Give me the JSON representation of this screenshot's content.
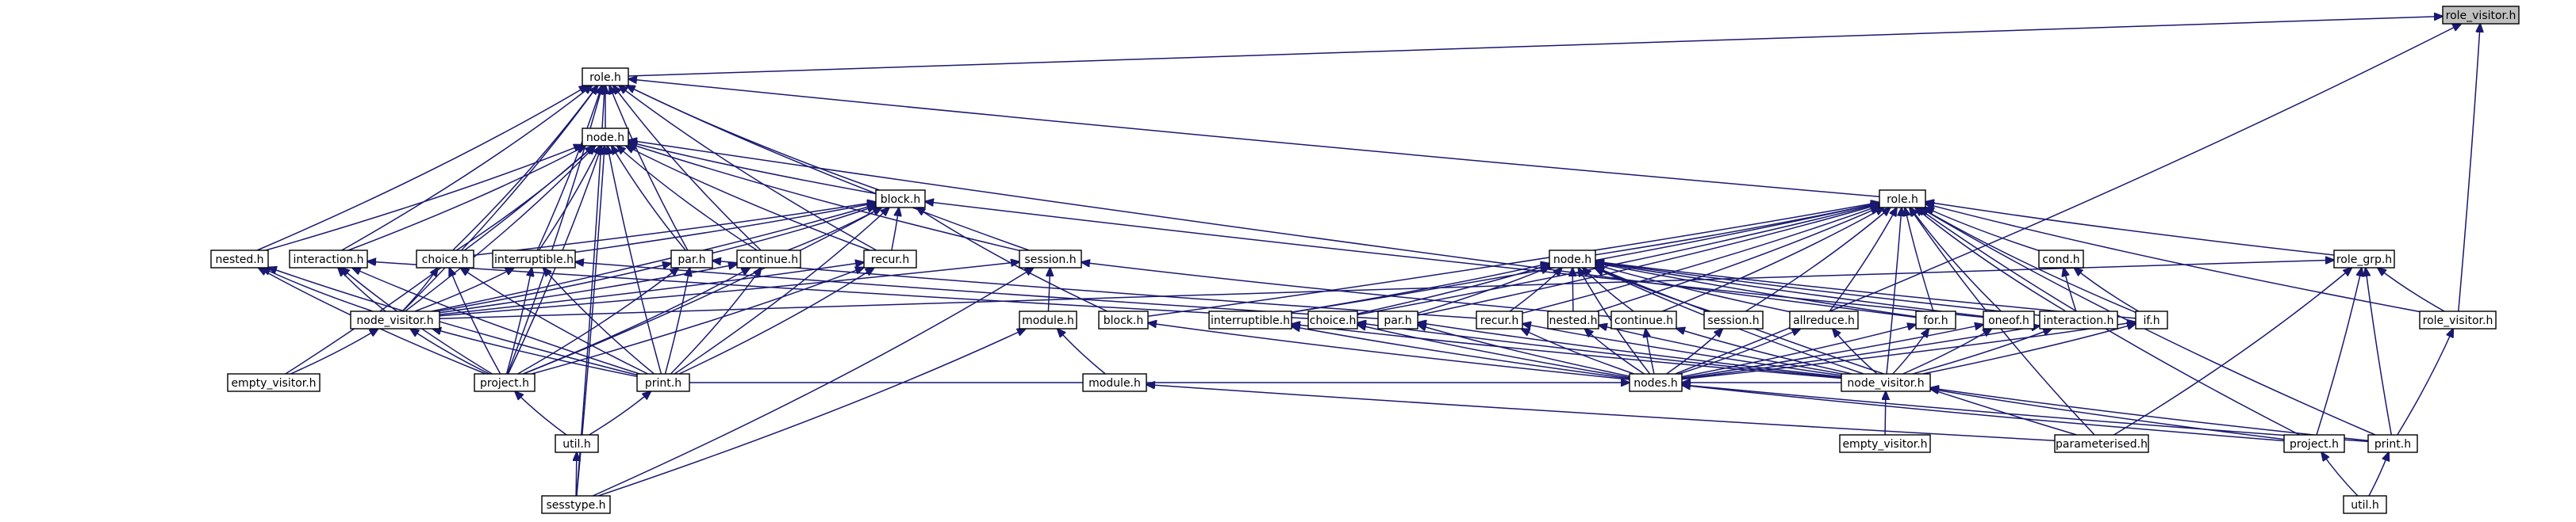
{
  "nodes": [
    {
      "id": "role_visitor_top",
      "label": "role_visitor.h",
      "root": true
    },
    {
      "id": "role1",
      "label": "role.h"
    },
    {
      "id": "node1",
      "label": "node.h"
    },
    {
      "id": "block1",
      "label": "block.h"
    },
    {
      "id": "nested1",
      "label": "nested.h"
    },
    {
      "id": "interaction1",
      "label": "interaction.h"
    },
    {
      "id": "choice1",
      "label": "choice.h"
    },
    {
      "id": "interruptible1",
      "label": "interruptible.h"
    },
    {
      "id": "par1",
      "label": "par.h"
    },
    {
      "id": "continue1",
      "label": "continue.h"
    },
    {
      "id": "recur1",
      "label": "recur.h"
    },
    {
      "id": "session1",
      "label": "session.h"
    },
    {
      "id": "node_visitor1",
      "label": "node_visitor.h"
    },
    {
      "id": "empty_visitor1",
      "label": "empty_visitor.h"
    },
    {
      "id": "project1",
      "label": "project.h"
    },
    {
      "id": "print1",
      "label": "print.h"
    },
    {
      "id": "util1",
      "label": "util.h"
    },
    {
      "id": "sesstype",
      "label": "sesstype.h"
    },
    {
      "id": "module1",
      "label": "module.h"
    },
    {
      "id": "module2",
      "label": "module.h"
    },
    {
      "id": "block2",
      "label": "block.h"
    },
    {
      "id": "role2",
      "label": "role.h"
    },
    {
      "id": "node2",
      "label": "node.h"
    },
    {
      "id": "interruptible2",
      "label": "interruptible.h"
    },
    {
      "id": "choice2",
      "label": "choice.h"
    },
    {
      "id": "par2",
      "label": "par.h"
    },
    {
      "id": "recur2",
      "label": "recur.h"
    },
    {
      "id": "nested2",
      "label": "nested.h"
    },
    {
      "id": "continue2",
      "label": "continue.h"
    },
    {
      "id": "session2",
      "label": "session.h"
    },
    {
      "id": "allreduce",
      "label": "allreduce.h"
    },
    {
      "id": "for",
      "label": "for.h"
    },
    {
      "id": "oneof",
      "label": "oneof.h"
    },
    {
      "id": "cond",
      "label": "cond.h"
    },
    {
      "id": "interaction2",
      "label": "interaction.h"
    },
    {
      "id": "if",
      "label": "if.h"
    },
    {
      "id": "role_grp",
      "label": "role_grp.h"
    },
    {
      "id": "role_visitor2",
      "label": "role_visitor.h"
    },
    {
      "id": "nodes",
      "label": "nodes.h"
    },
    {
      "id": "node_visitor2",
      "label": "node_visitor.h"
    },
    {
      "id": "empty_visitor2",
      "label": "empty_visitor.h"
    },
    {
      "id": "parameterised",
      "label": "parameterised.h"
    },
    {
      "id": "project2",
      "label": "project.h"
    },
    {
      "id": "print2",
      "label": "print.h"
    },
    {
      "id": "util2",
      "label": "util.h"
    }
  ],
  "edges": [
    [
      "role_visitor_top",
      "role1"
    ],
    [
      "role_visitor_top",
      "role_visitor2"
    ],
    [
      "role_visitor_top",
      "nodes"
    ],
    [
      "role1",
      "node1"
    ],
    [
      "role1",
      "block1"
    ],
    [
      "role1",
      "nested1"
    ],
    [
      "role1",
      "interaction1"
    ],
    [
      "role1",
      "choice1"
    ],
    [
      "role1",
      "interruptible1"
    ],
    [
      "role1",
      "par1"
    ],
    [
      "role1",
      "continue1"
    ],
    [
      "role1",
      "recur1"
    ],
    [
      "role1",
      "session1"
    ],
    [
      "role1",
      "node_visitor1"
    ],
    [
      "role1",
      "project1"
    ],
    [
      "role1",
      "sesstype"
    ],
    [
      "role1",
      "role2"
    ],
    [
      "node1",
      "block1"
    ],
    [
      "node1",
      "nested1"
    ],
    [
      "node1",
      "interaction1"
    ],
    [
      "node1",
      "choice1"
    ],
    [
      "node1",
      "interruptible1"
    ],
    [
      "node1",
      "par1"
    ],
    [
      "node1",
      "continue1"
    ],
    [
      "node1",
      "recur1"
    ],
    [
      "node1",
      "session1"
    ],
    [
      "node1",
      "node_visitor1"
    ],
    [
      "node1",
      "project1"
    ],
    [
      "node1",
      "print1"
    ],
    [
      "node1",
      "empty_visitor1"
    ],
    [
      "node1",
      "sesstype"
    ],
    [
      "node1",
      "for"
    ],
    [
      "block1",
      "choice1"
    ],
    [
      "block1",
      "interruptible1"
    ],
    [
      "block1",
      "par1"
    ],
    [
      "block1",
      "continue1"
    ],
    [
      "block1",
      "recur1"
    ],
    [
      "block1",
      "node_visitor1"
    ],
    [
      "block1",
      "project1"
    ],
    [
      "block1",
      "print1"
    ],
    [
      "block1",
      "block2"
    ],
    [
      "block1",
      "oneof"
    ],
    [
      "nested1",
      "node_visitor1"
    ],
    [
      "nested1",
      "project1"
    ],
    [
      "nested1",
      "print1"
    ],
    [
      "interaction1",
      "node_visitor1"
    ],
    [
      "interaction1",
      "project1"
    ],
    [
      "interaction1",
      "print1"
    ],
    [
      "interaction1",
      "choice2"
    ],
    [
      "choice1",
      "node_visitor1"
    ],
    [
      "choice1",
      "project1"
    ],
    [
      "choice1",
      "print1"
    ],
    [
      "interruptible1",
      "node_visitor1"
    ],
    [
      "interruptible1",
      "project1"
    ],
    [
      "interruptible1",
      "print1"
    ],
    [
      "interruptible1",
      "par2"
    ],
    [
      "par1",
      "node_visitor1"
    ],
    [
      "par1",
      "project1"
    ],
    [
      "par1",
      "print1"
    ],
    [
      "par1",
      "recur2"
    ],
    [
      "continue1",
      "node_visitor1"
    ],
    [
      "continue1",
      "project1"
    ],
    [
      "continue1",
      "print1"
    ],
    [
      "recur1",
      "node_visitor1"
    ],
    [
      "recur1",
      "project1"
    ],
    [
      "recur1",
      "print1"
    ],
    [
      "session1",
      "module1"
    ],
    [
      "session1",
      "sesstype"
    ],
    [
      "session1",
      "node_visitor1"
    ],
    [
      "session1",
      "continue2"
    ],
    [
      "node_visitor1",
      "empty_visitor1"
    ],
    [
      "node_visitor1",
      "project1"
    ],
    [
      "node_visitor1",
      "print1"
    ],
    [
      "project1",
      "util1"
    ],
    [
      "print1",
      "util1"
    ],
    [
      "util1",
      "sesstype"
    ],
    [
      "module1",
      "module2"
    ],
    [
      "module1",
      "sesstype"
    ],
    [
      "module2",
      "parameterised"
    ],
    [
      "block2",
      "nodes"
    ],
    [
      "role2",
      "node2"
    ],
    [
      "role2",
      "block2"
    ],
    [
      "role2",
      "interruptible2"
    ],
    [
      "role2",
      "choice2"
    ],
    [
      "role2",
      "par2"
    ],
    [
      "role2",
      "recur2"
    ],
    [
      "role2",
      "nested2"
    ],
    [
      "role2",
      "continue2"
    ],
    [
      "role2",
      "session2"
    ],
    [
      "role2",
      "allreduce"
    ],
    [
      "role2",
      "for"
    ],
    [
      "role2",
      "oneof"
    ],
    [
      "role2",
      "cond"
    ],
    [
      "role2",
      "interaction2"
    ],
    [
      "role2",
      "if"
    ],
    [
      "role2",
      "role_grp"
    ],
    [
      "role2",
      "role_visitor2"
    ],
    [
      "role2",
      "node_visitor2"
    ],
    [
      "role2",
      "parameterised"
    ],
    [
      "role2",
      "project2"
    ],
    [
      "role2",
      "print2"
    ],
    [
      "node2",
      "interruptible2"
    ],
    [
      "node2",
      "choice2"
    ],
    [
      "node2",
      "par2"
    ],
    [
      "node2",
      "recur2"
    ],
    [
      "node2",
      "nested2"
    ],
    [
      "node2",
      "continue2"
    ],
    [
      "node2",
      "session2"
    ],
    [
      "node2",
      "allreduce"
    ],
    [
      "node2",
      "for"
    ],
    [
      "node2",
      "oneof"
    ],
    [
      "node2",
      "if"
    ],
    [
      "node2",
      "interaction2"
    ],
    [
      "node2",
      "nodes"
    ],
    [
      "node2",
      "node_visitor2"
    ],
    [
      "node2",
      "parameterised"
    ],
    [
      "interruptible2",
      "nodes"
    ],
    [
      "choice2",
      "nodes"
    ],
    [
      "par2",
      "nodes"
    ],
    [
      "recur2",
      "nodes"
    ],
    [
      "nested2",
      "nodes"
    ],
    [
      "continue2",
      "nodes"
    ],
    [
      "session2",
      "nodes"
    ],
    [
      "allreduce",
      "nodes"
    ],
    [
      "for",
      "nodes"
    ],
    [
      "oneof",
      "nodes"
    ],
    [
      "interaction2",
      "nodes"
    ],
    [
      "if",
      "nodes"
    ],
    [
      "cond",
      "interaction2"
    ],
    [
      "cond",
      "if"
    ],
    [
      "interruptible2",
      "node_visitor2"
    ],
    [
      "choice2",
      "node_visitor2"
    ],
    [
      "par2",
      "node_visitor2"
    ],
    [
      "recur2",
      "node_visitor2"
    ],
    [
      "nested2",
      "node_visitor2"
    ],
    [
      "continue2",
      "node_visitor2"
    ],
    [
      "allreduce",
      "node_visitor2"
    ],
    [
      "for",
      "node_visitor2"
    ],
    [
      "oneof",
      "node_visitor2"
    ],
    [
      "interaction2",
      "node_visitor2"
    ],
    [
      "if",
      "node_visitor2"
    ],
    [
      "role_grp",
      "role_visitor2"
    ],
    [
      "role_grp",
      "project2"
    ],
    [
      "role_grp",
      "print2"
    ],
    [
      "role_grp",
      "parameterised"
    ],
    [
      "role_grp",
      "node_visitor1"
    ],
    [
      "role_visitor2",
      "print2"
    ],
    [
      "nodes",
      "node_visitor2"
    ],
    [
      "nodes",
      "project2"
    ],
    [
      "nodes",
      "print1"
    ],
    [
      "nodes",
      "print2"
    ],
    [
      "node_visitor2",
      "empty_visitor2"
    ],
    [
      "node_visitor2",
      "project2"
    ],
    [
      "node_visitor2",
      "print2"
    ],
    [
      "project2",
      "util2"
    ],
    [
      "print2",
      "util2"
    ]
  ]
}
